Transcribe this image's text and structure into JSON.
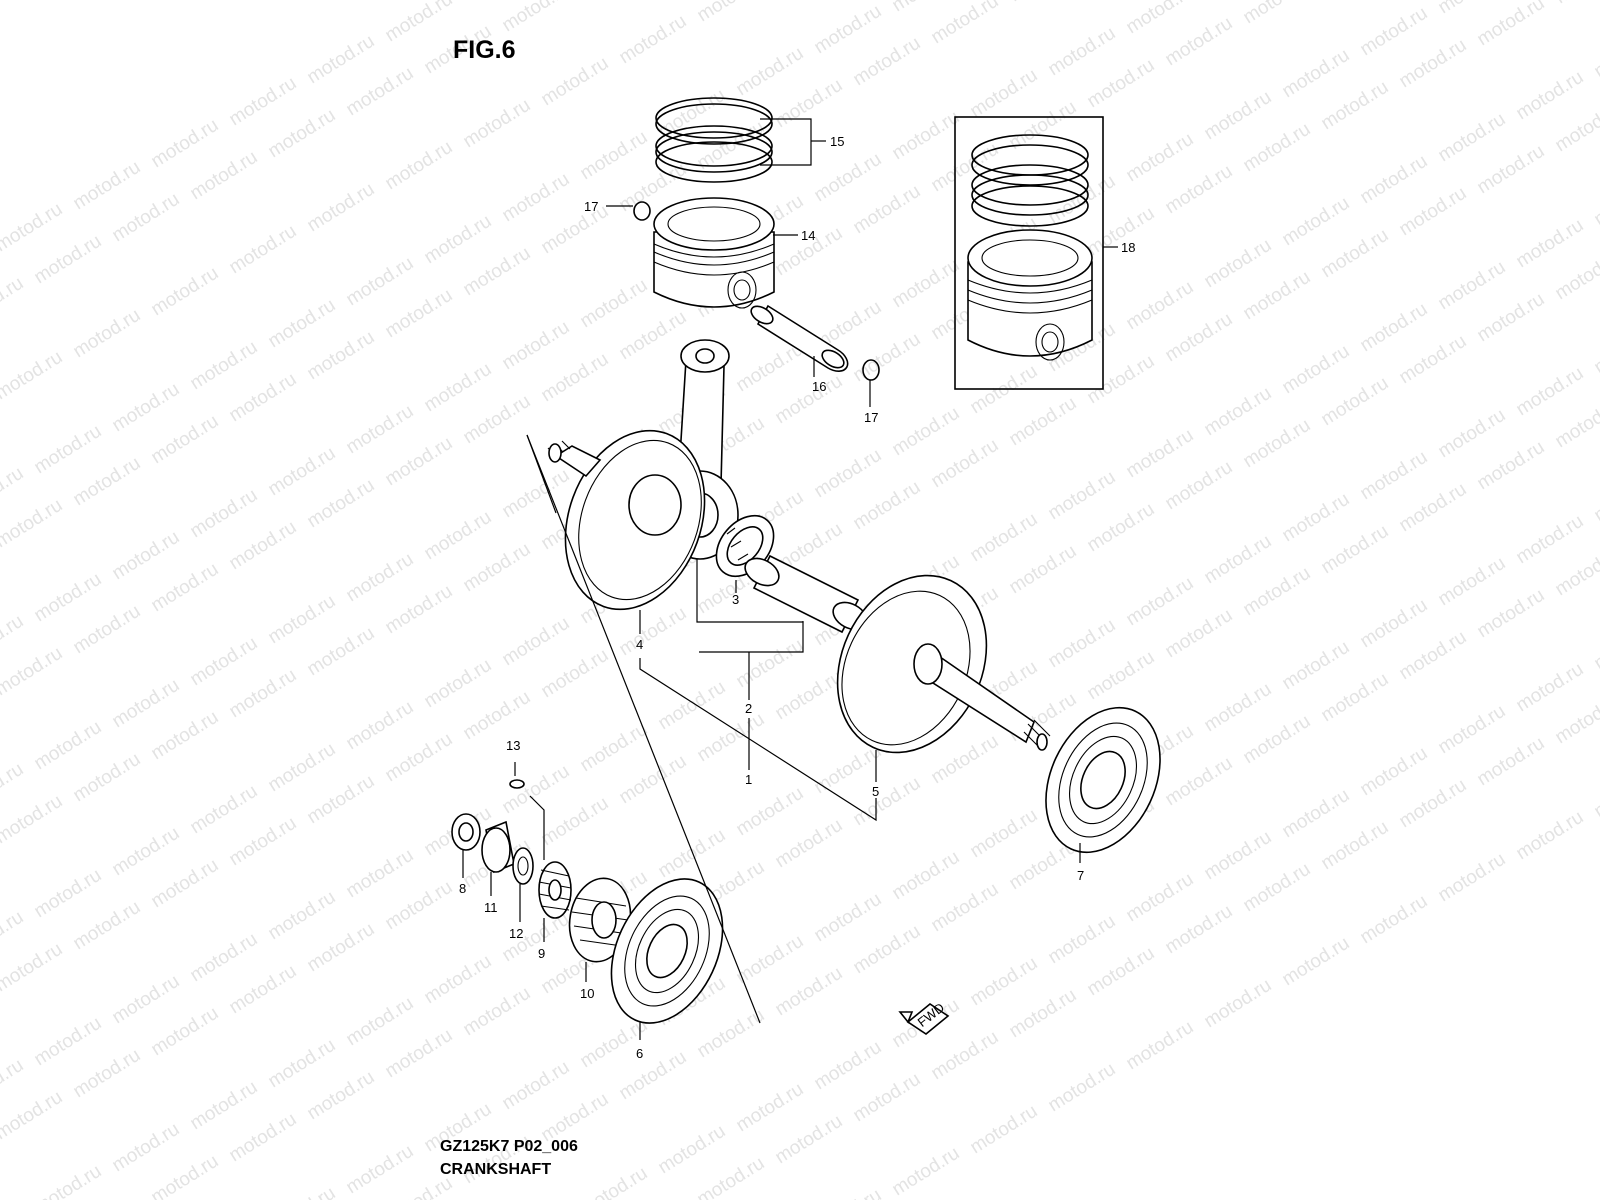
{
  "figure_title": "FIG.6",
  "watermark_text": "motod.ru",
  "fwd_label": "FWD",
  "caption": {
    "code": "GZ125K7 P02_006",
    "name": "CRANKSHAFT"
  },
  "callouts": {
    "c1": "1",
    "c2": "2",
    "c3": "3",
    "c4": "4",
    "c5": "5",
    "c6": "6",
    "c7": "7",
    "c8": "8",
    "c9": "9",
    "c10": "10",
    "c11": "11",
    "c12": "12",
    "c13": "13",
    "c14": "14",
    "c15": "15",
    "c16": "16",
    "c17a": "17",
    "c17b": "17",
    "c18": "18"
  }
}
